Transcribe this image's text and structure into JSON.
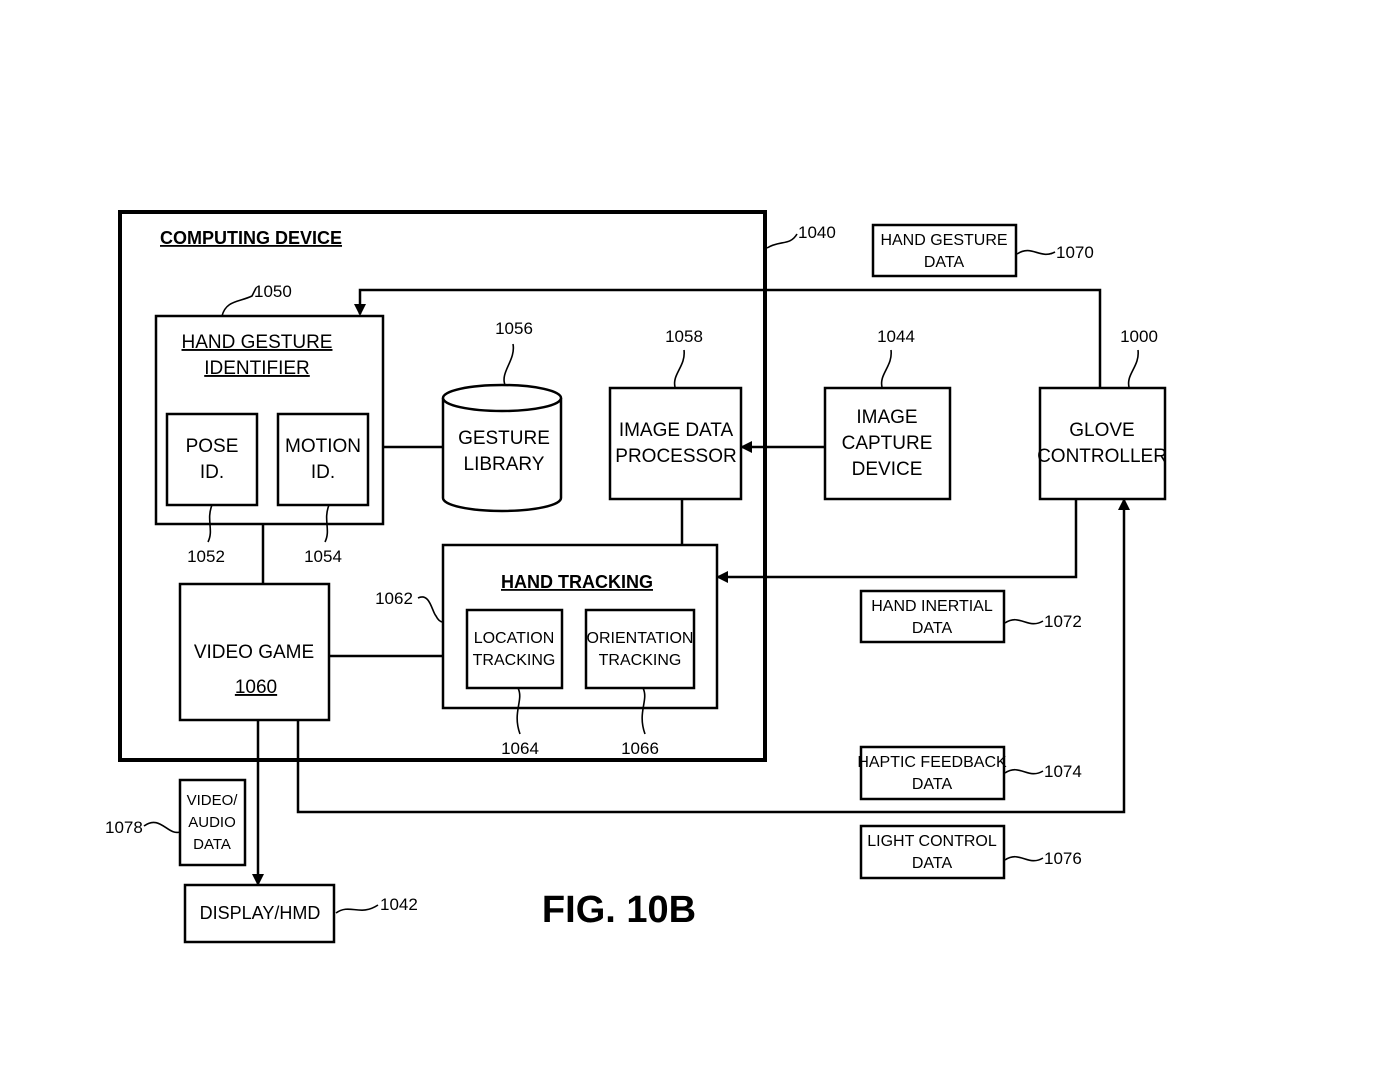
{
  "figure": {
    "title": "FIG. 10B",
    "container": {
      "label": "COMPUTING DEVICE",
      "ref": "1040"
    },
    "blocks": {
      "hand_gesture_identifier": {
        "lines": [
          "HAND GESTURE",
          "IDENTIFIER"
        ],
        "ref": "1050"
      },
      "pose_id": {
        "lines": [
          "POSE",
          "ID."
        ],
        "ref": "1052"
      },
      "motion_id": {
        "lines": [
          "MOTION",
          "ID."
        ],
        "ref": "1054"
      },
      "gesture_library": {
        "lines": [
          "GESTURE",
          "LIBRARY"
        ],
        "ref": "1056"
      },
      "image_data_processor": {
        "lines": [
          "IMAGE DATA",
          "PROCESSOR"
        ],
        "ref": "1058"
      },
      "image_capture_device": {
        "lines": [
          "IMAGE",
          "CAPTURE",
          "DEVICE"
        ],
        "ref": "1044"
      },
      "glove_controller": {
        "lines": [
          "GLOVE",
          "CONTROLLER"
        ],
        "ref": "1000"
      },
      "video_game": {
        "label": "VIDEO GAME",
        "ref": "1060"
      },
      "hand_tracking": {
        "label": "HAND TRACKING",
        "ref": "1062"
      },
      "location_tracking": {
        "lines": [
          "LOCATION",
          "TRACKING"
        ],
        "ref": "1064"
      },
      "orientation_tracking": {
        "lines": [
          "ORIENTATION",
          "TRACKING"
        ],
        "ref": "1066"
      },
      "display_hmd": {
        "label": "DISPLAY/HMD",
        "ref": "1042"
      }
    },
    "data_labels": {
      "hand_gesture_data": {
        "lines": [
          "HAND GESTURE",
          "DATA"
        ],
        "ref": "1070"
      },
      "hand_inertial_data": {
        "lines": [
          "HAND INERTIAL",
          "DATA"
        ],
        "ref": "1072"
      },
      "haptic_feedback_data": {
        "lines": [
          "HAPTIC FEEDBACK",
          "DATA"
        ],
        "ref": "1074"
      },
      "light_control_data": {
        "lines": [
          "LIGHT CONTROL",
          "DATA"
        ],
        "ref": "1076"
      },
      "video_audio_data": {
        "lines": [
          "VIDEO/",
          "AUDIO",
          "DATA"
        ],
        "ref": "1078"
      }
    },
    "connections": [
      {
        "from": "glove_controller",
        "to": "hand_gesture_identifier",
        "directed": true
      },
      {
        "from": "image_capture_device",
        "to": "image_data_processor",
        "directed": true
      },
      {
        "from": "glove_controller",
        "to": "hand_tracking",
        "directed": true
      },
      {
        "from": "video_game",
        "to": "glove_controller",
        "directed": true
      },
      {
        "from": "video_game",
        "to": "display_hmd",
        "directed": true
      },
      {
        "from": "hand_gesture_identifier",
        "to": "gesture_library",
        "directed": false
      },
      {
        "from": "hand_gesture_identifier",
        "to": "video_game",
        "directed": false
      },
      {
        "from": "video_game",
        "to": "hand_tracking",
        "directed": false
      },
      {
        "from": "image_data_processor",
        "to": "hand_tracking",
        "directed": false
      }
    ]
  }
}
